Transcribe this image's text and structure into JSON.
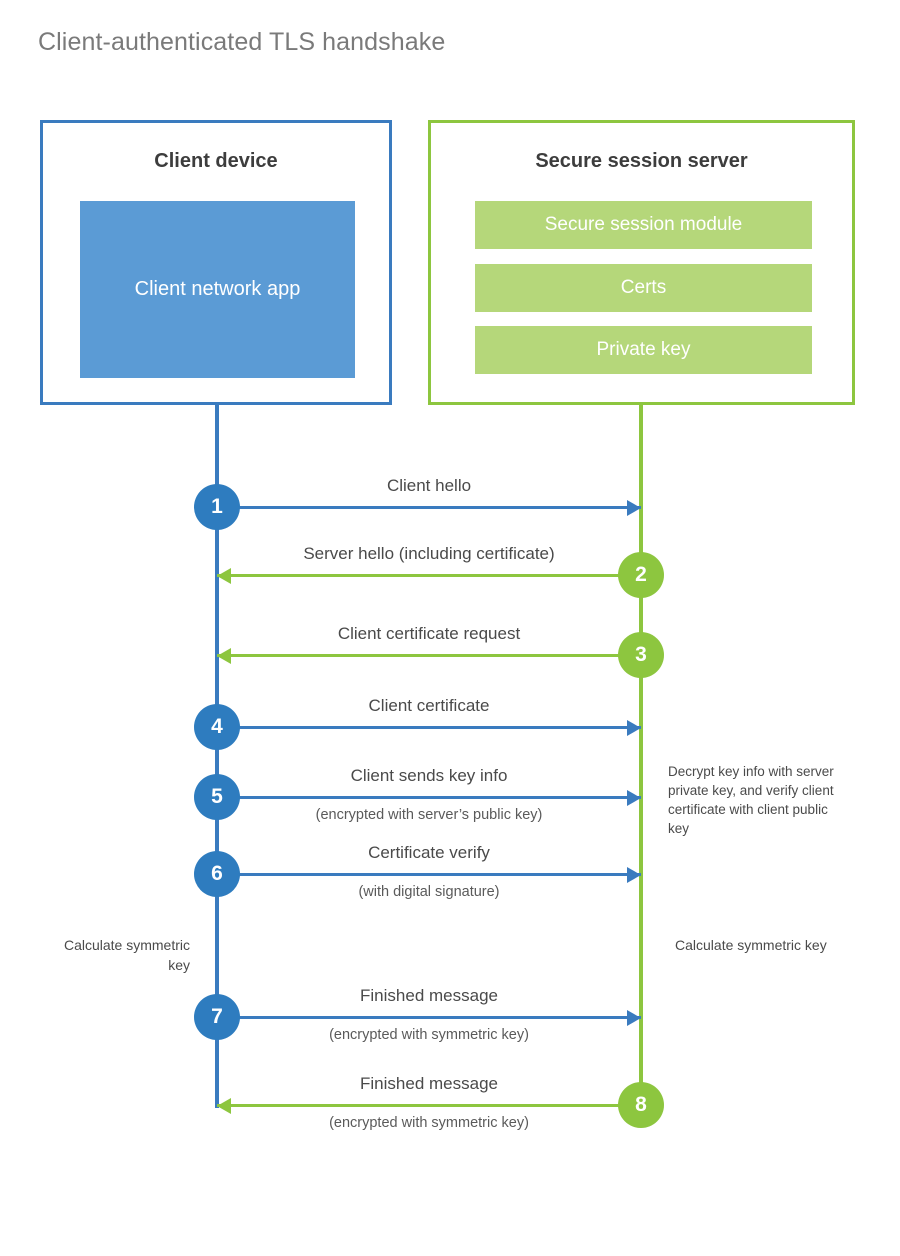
{
  "title": "Client-authenticated TLS handshake",
  "colors": {
    "client_blue": "#3A7BBF",
    "client_circle_blue": "#2E7CBF",
    "client_app_fill": "#5B9BD5",
    "server_green": "#8DC63F",
    "server_bar_fill": "#B5D77A",
    "text_gray": "#4a4a4a",
    "title_gray": "#7a7a7a"
  },
  "actors": {
    "client": {
      "title": "Client device",
      "app_label": "Client network app"
    },
    "server": {
      "title": "Secure session server",
      "components": [
        "Secure session module",
        "Certs",
        "Private key"
      ]
    }
  },
  "steps": [
    {
      "number": "1",
      "label": "Client hello",
      "sub": "",
      "direction": "client-to-server",
      "color": "blue"
    },
    {
      "number": "2",
      "label": "Server hello (including certificate)",
      "sub": "",
      "direction": "server-to-client",
      "color": "green"
    },
    {
      "number": "3",
      "label": "Client certificate request",
      "sub": "",
      "direction": "server-to-client",
      "color": "green"
    },
    {
      "number": "4",
      "label": "Client certificate",
      "sub": "",
      "direction": "client-to-server",
      "color": "blue"
    },
    {
      "number": "5",
      "label": "Client sends key info",
      "sub": "(encrypted with server’s public key)",
      "direction": "client-to-server",
      "color": "blue"
    },
    {
      "number": "6",
      "label": "Certificate verify",
      "sub": "(with digital signature)",
      "direction": "client-to-server",
      "color": "blue"
    },
    {
      "number": "7",
      "label": "Finished message",
      "sub": "(encrypted with symmetric key)",
      "direction": "client-to-server",
      "color": "blue"
    },
    {
      "number": "8",
      "label": "Finished message",
      "sub": "(encrypted with symmetric key)",
      "direction": "server-to-client",
      "color": "green"
    }
  ],
  "notes": {
    "decrypt": "Decrypt key info with server private key, and verify client certificate with client public key",
    "calculate_client": "Calculate symmetric key",
    "calculate_server": "Calculate symmetric key"
  }
}
